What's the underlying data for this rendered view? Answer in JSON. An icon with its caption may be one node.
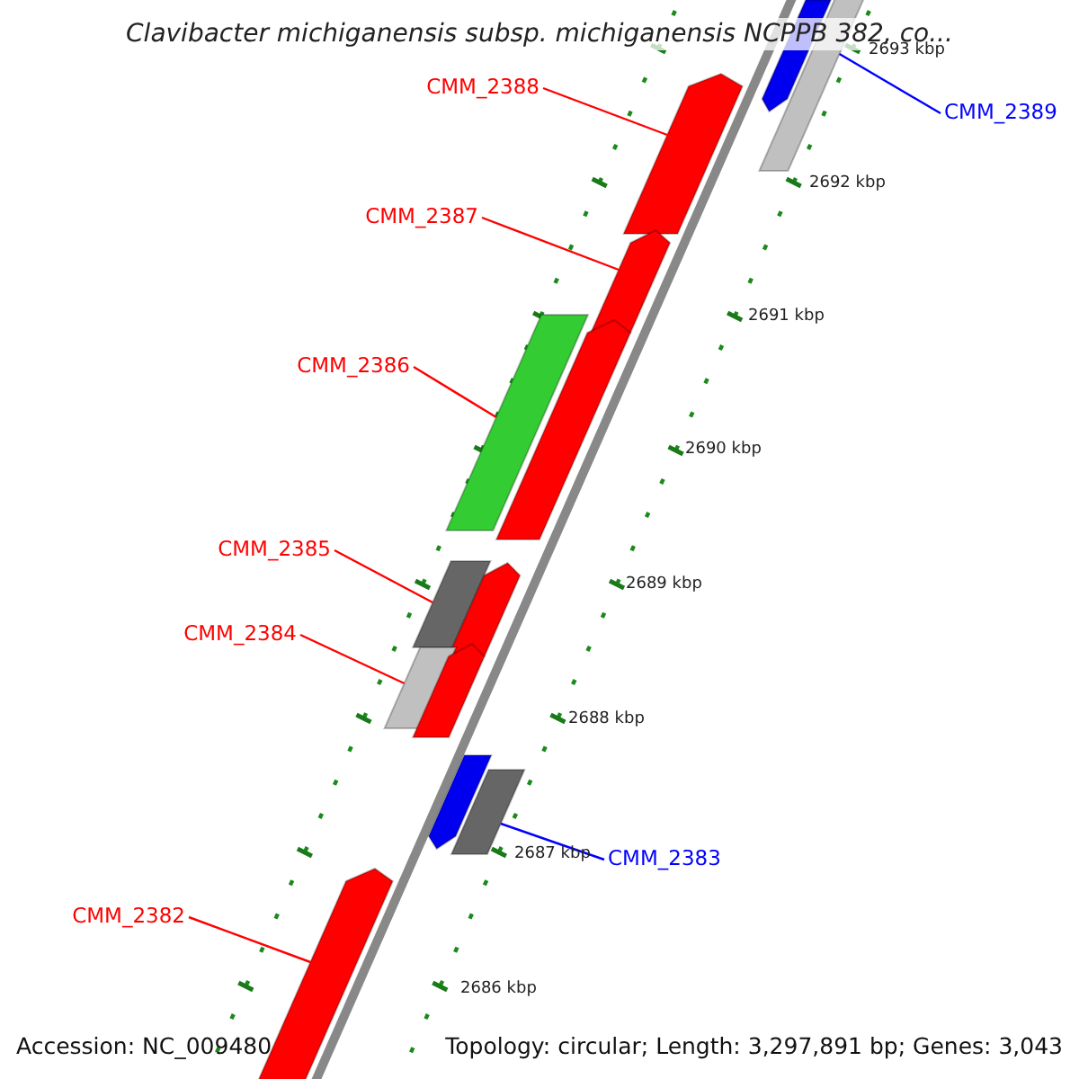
{
  "diagram": {
    "title": "Clavibacter michiganensis subsp. michiganensis NCPPB 382, co...",
    "nodes": [
      {
        "text": [],
        "shape": "arrow"
      },
      {
        "text": [],
        "shape": "bar"
      },
      {
        "text": [
          "CMM_2388"
        ]
      },
      {
        "text": [],
        "shape": "arrow"
      },
      {
        "text": [
          "CMM_2389"
        ]
      },
      {
        "text": [
          "CMM_2387"
        ]
      },
      {
        "text": [],
        "shape": "arrow"
      },
      {
        "text": [],
        "shape": "bar"
      },
      {
        "text": [],
        "shape": "arrow"
      },
      {
        "text": [
          "CMM_2386"
        ]
      },
      {
        "text": [
          "CMM_2385"
        ]
      },
      {
        "text": [],
        "shape": "bar"
      },
      {
        "text": [],
        "shape": "arrow"
      },
      {
        "text": [
          "CMM_2384"
        ]
      },
      {
        "text": [],
        "shape": "bar"
      },
      {
        "text": [],
        "shape": "arrow"
      },
      {
        "text": [],
        "shape": "arrow"
      },
      {
        "text": [],
        "shape": "bar"
      },
      {
        "text": [
          "CMM_2383"
        ]
      },
      {
        "text": [
          "CMM_2382"
        ]
      },
      {
        "text": [],
        "shape": "arrow"
      }
    ],
    "edges": [
      {
        "from": 2,
        "to": 3,
        "arrow": "none"
      },
      {
        "from": 4,
        "to": 1,
        "arrow": "none",
        "color": "#0000ff"
      },
      {
        "from": 5,
        "to": 6,
        "arrow": "none"
      },
      {
        "from": 9,
        "to": 7,
        "arrow": "none"
      },
      {
        "from": 10,
        "to": 11,
        "arrow": "none"
      },
      {
        "from": 13,
        "to": 14,
        "arrow": "none"
      },
      {
        "from": 18,
        "to": 17,
        "arrow": "none",
        "color": "#0000ff"
      },
      {
        "from": 19,
        "to": 20,
        "arrow": "none"
      }
    ],
    "labels": [
      "2693 kbp",
      "2692 kbp",
      "2691 kbp",
      "2690 kbp",
      "2689 kbp",
      "2688 kbp",
      "2687 kbp",
      "2686 kbp",
      "Accession: NC_009480",
      "Topology: circular; Length: 3,297,891 bp; Genes: 3,043"
    ]
  }
}
